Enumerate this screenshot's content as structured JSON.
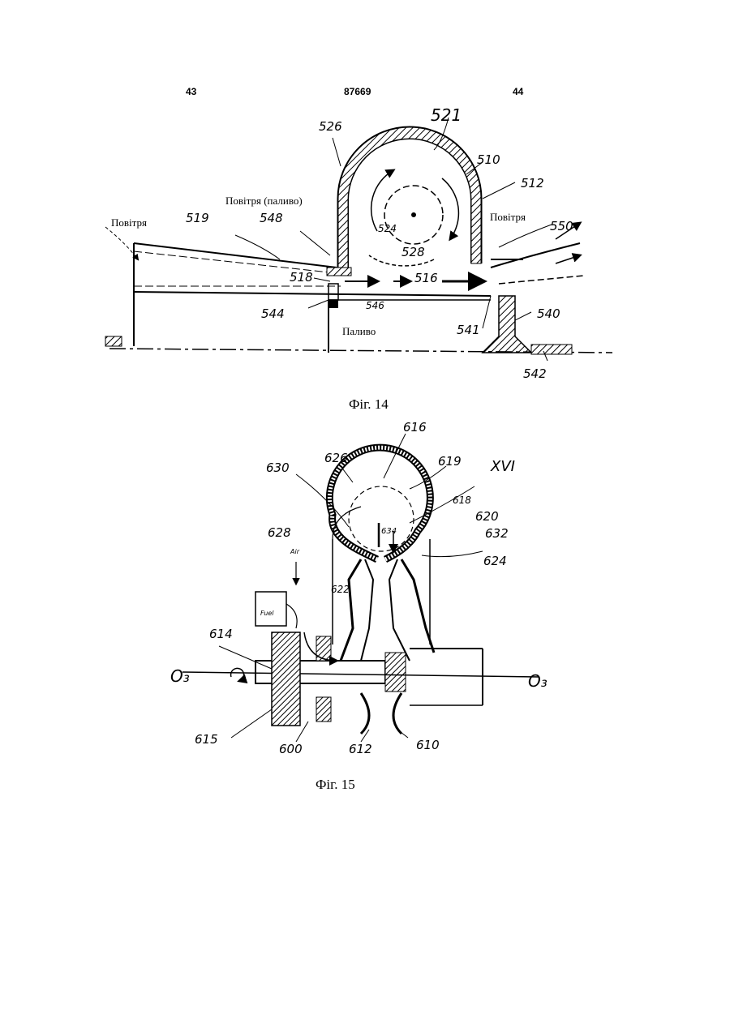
{
  "header": {
    "page_left": "43",
    "patent_number": "87669",
    "page_right": "44"
  },
  "fig14": {
    "caption": "Фіг. 14",
    "labels": {
      "l521": "521",
      "l526": "526",
      "l510": "510",
      "l512": "512",
      "l519": "519",
      "l548": "548",
      "l524": "524",
      "l528": "528",
      "l550": "550",
      "l518": "518",
      "l516": "516",
      "l544": "544",
      "l546": "546",
      "l541": "541",
      "l540": "540",
      "l542": "542",
      "air_left": "Повітря",
      "air_fuel": "Повітря (паливо)",
      "air_right": "Повітря",
      "fuel": "Паливо"
    }
  },
  "fig15": {
    "caption": "Фіг. 15",
    "labels": {
      "l616": "616",
      "l630": "630",
      "l626": "626",
      "l619": "619",
      "l_xvi": "XVI",
      "l618": "618",
      "l620": "620",
      "l628": "628",
      "l632": "632",
      "l634": "634",
      "l624": "624",
      "l622": "622",
      "l614": "614",
      "l615": "615",
      "l600": "600",
      "l612": "612",
      "l610": "610",
      "o3_left": "O₃",
      "o3_right": "O₃",
      "air": "Air",
      "fuel_box": "Fuel"
    }
  }
}
